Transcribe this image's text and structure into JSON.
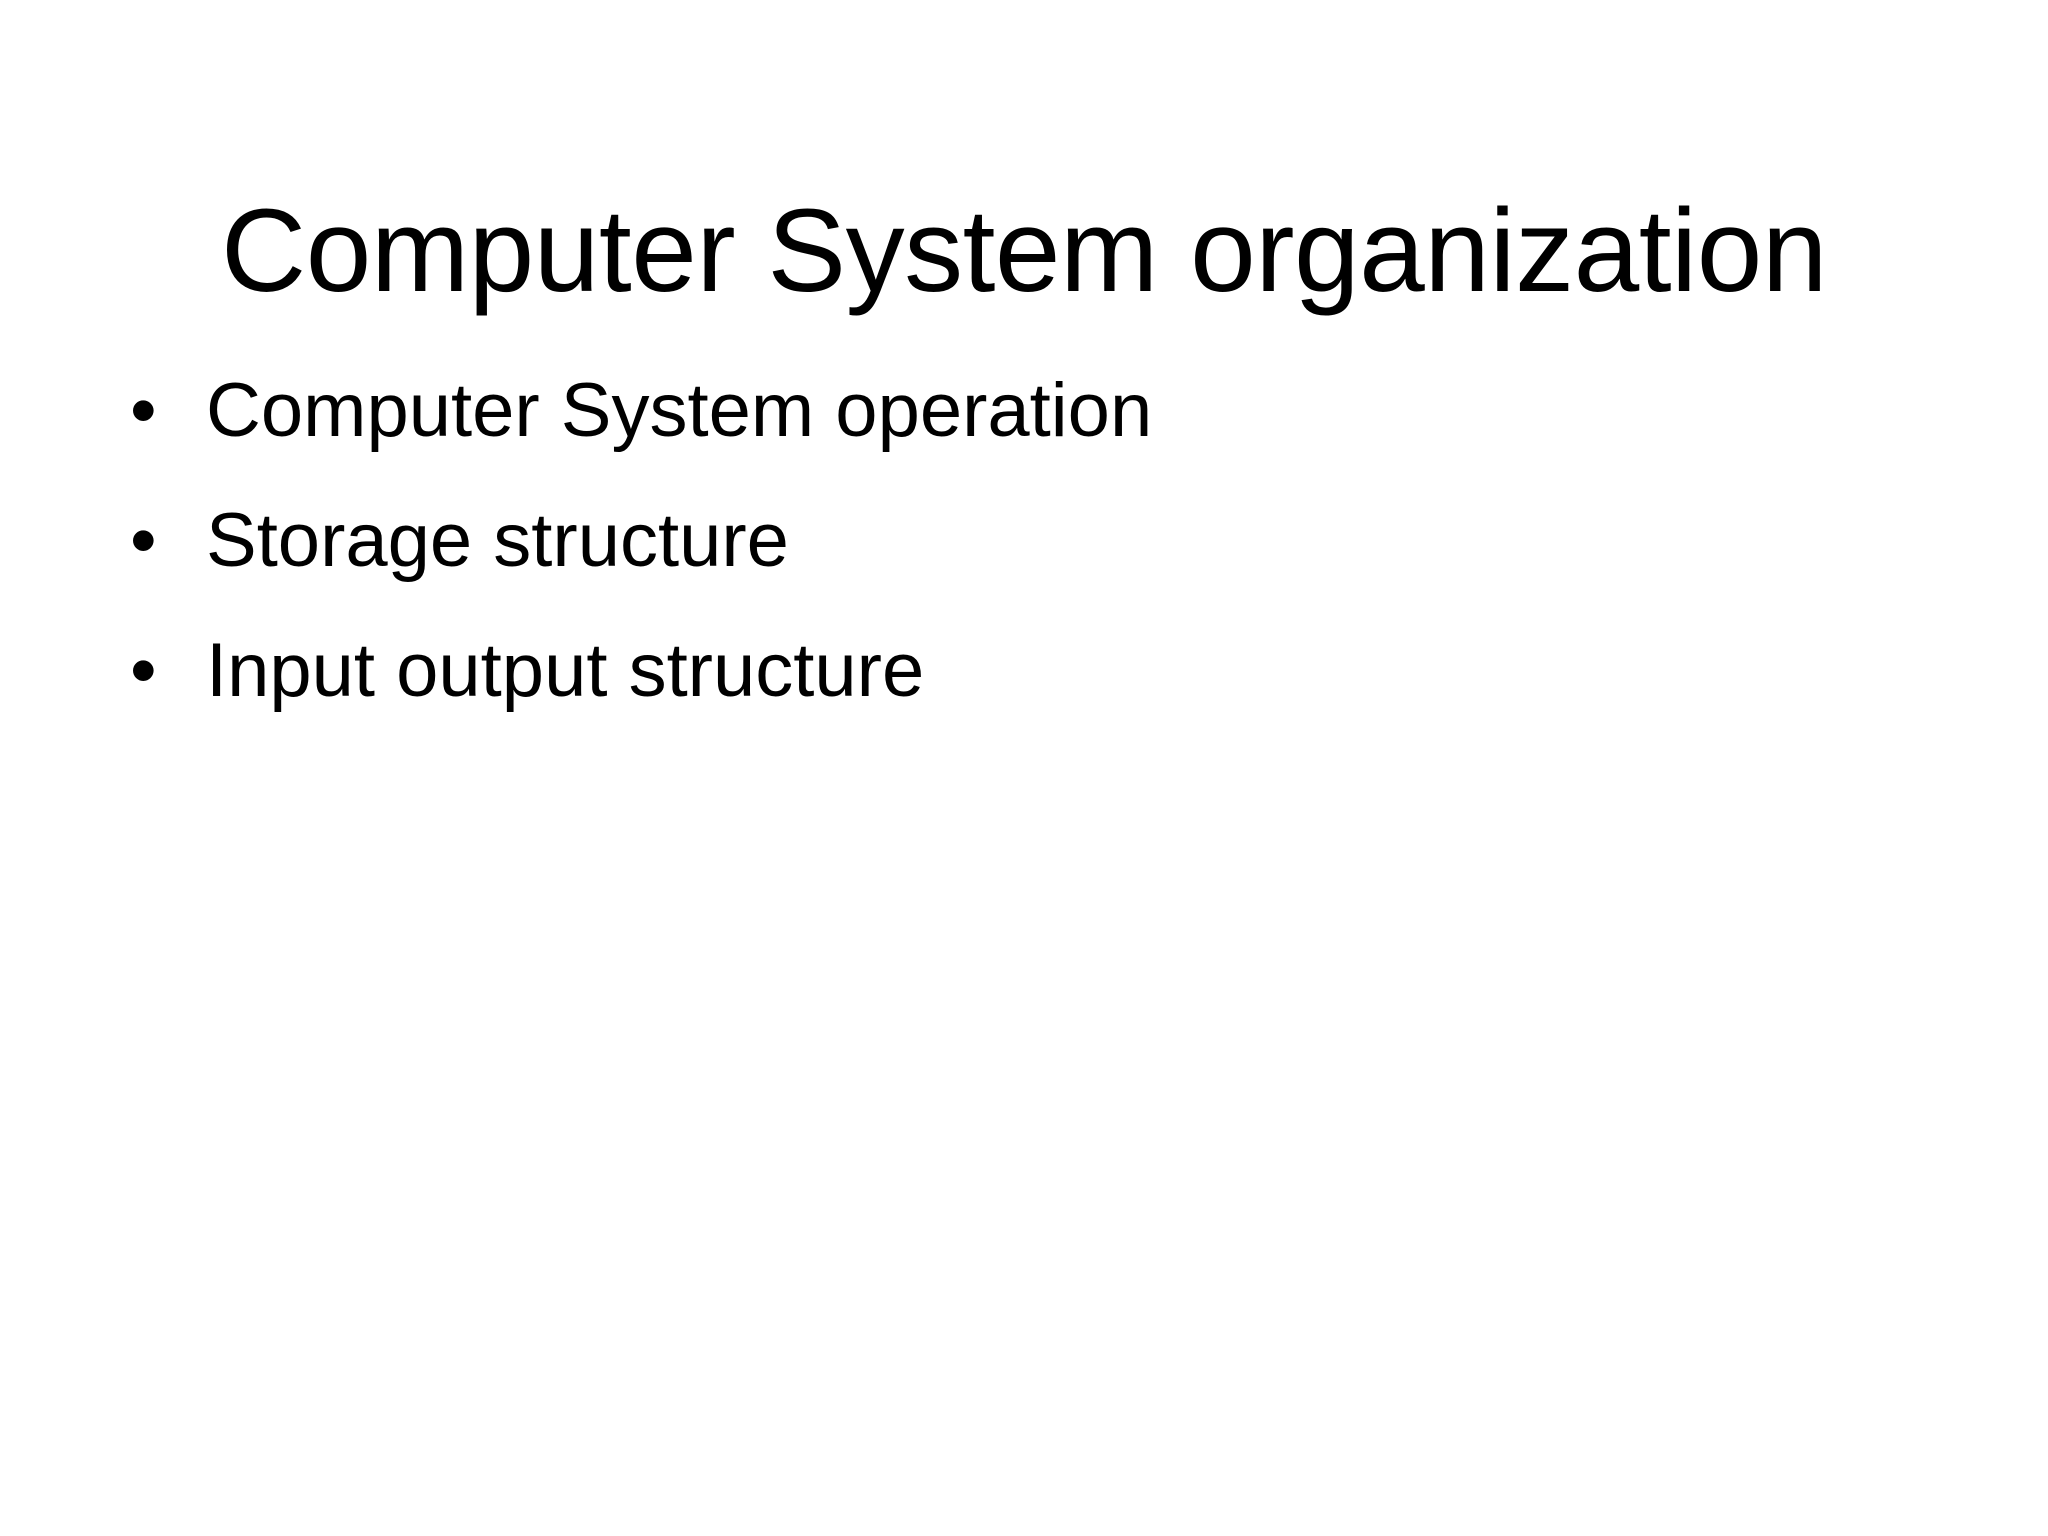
{
  "slide": {
    "background_color": "#ffffff",
    "text_color": "#000000",
    "title": "Computer System organization",
    "bullet_marker": "•",
    "bullets": [
      {
        "label": "Computer System operation"
      },
      {
        "label": "Storage structure"
      },
      {
        "label": "Input output structure"
      }
    ]
  }
}
